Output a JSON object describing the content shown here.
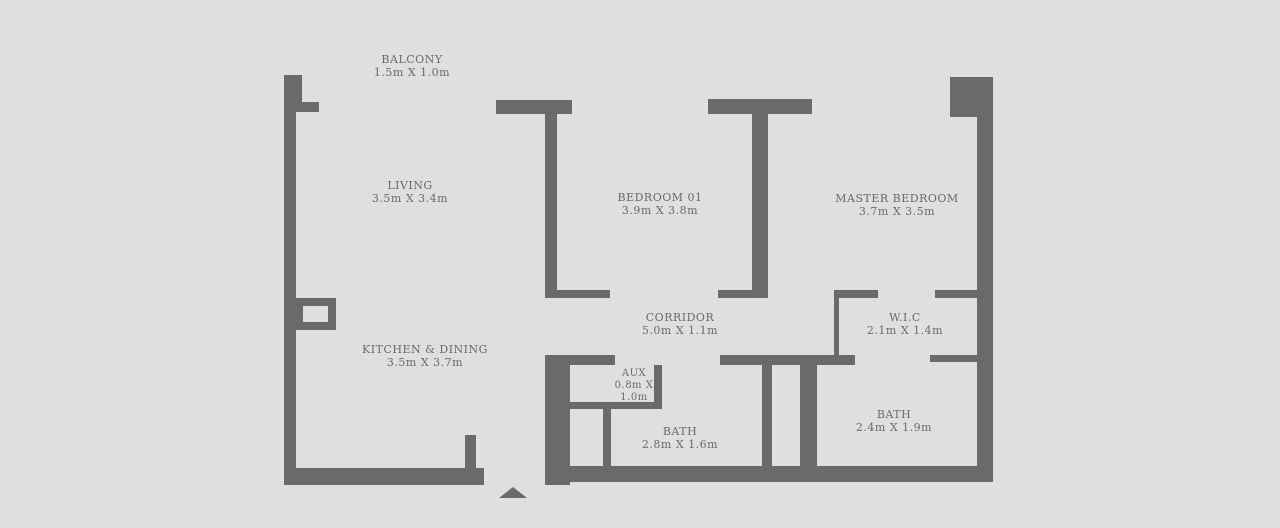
{
  "rooms": {
    "balcony": {
      "name": "BALCONY",
      "dims": "1.5m X 1.0m"
    },
    "living": {
      "name": "LIVING",
      "dims": "3.5m X 3.4m"
    },
    "bedroom1": {
      "name": "BEDROOM 01",
      "dims": "3.9m X 3.8m"
    },
    "master": {
      "name": "MASTER BEDROOM",
      "dims": "3.7m X 3.5m"
    },
    "corridor": {
      "name": "CORRIDOR",
      "dims": "5.0m X 1.1m"
    },
    "wic": {
      "name": "W.I.C",
      "dims": "2.1m X 1.4m"
    },
    "kitchen": {
      "name": "KITCHEN & DINING",
      "dims": "3.5m X 3.7m"
    },
    "aux": {
      "name": "AUX",
      "dims_a": "0.8m X",
      "dims_b": "1.0m"
    },
    "bath1": {
      "name": "BATH",
      "dims": "2.8m X 1.6m"
    },
    "bath2": {
      "name": "BATH",
      "dims": "2.4m X 1.9m"
    }
  },
  "colors": {
    "background": "#dfdfdf",
    "wall": "#6a6a6a"
  },
  "icons": {
    "entrance": "entrance-arrow-icon"
  }
}
